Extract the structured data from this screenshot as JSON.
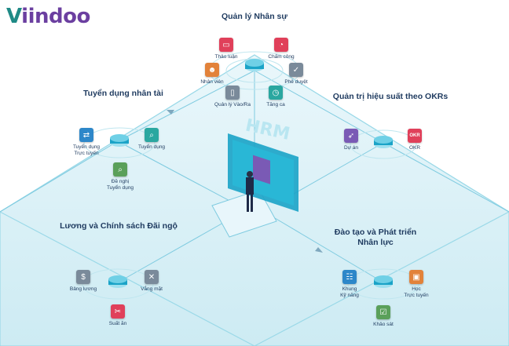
{
  "logo": {
    "first": "V",
    "rest": "iindoo"
  },
  "center": {
    "label": "HRM"
  },
  "colors": {
    "diamond": "#dff3f8",
    "diamond_edge": "#8fd4e4",
    "hub": "#1aa3c7",
    "teal": "#2aa7a0",
    "red": "#e0405a",
    "purple": "#7a5ab5",
    "orange": "#e2823a",
    "green": "#5aa05a",
    "gray": "#7a8a9a",
    "blue": "#2d87c9"
  },
  "modules": {
    "hr": {
      "title": "Quản lý Nhân sự",
      "items": [
        {
          "label": "Thảo luận",
          "icon": "chat-icon",
          "color": "#e0405a"
        },
        {
          "label": "Chấm công",
          "icon": "pie-chart-icon",
          "color": "#e0405a"
        },
        {
          "label": "Nhân viên",
          "icon": "people-icon",
          "color": "#e2823a"
        },
        {
          "label": "Phê duyệt",
          "icon": "approve-icon",
          "color": "#7a8a9a"
        },
        {
          "label": "Quản lý Vào/Ra",
          "icon": "door-icon",
          "color": "#7a8a9a"
        },
        {
          "label": "Tăng ca",
          "icon": "clock-icon",
          "color": "#2aa7a0"
        }
      ]
    },
    "recruit": {
      "title": "Tuyển dụng nhân tài",
      "items": [
        {
          "label": "Tuyển dụng\nTrực tuyến",
          "icon": "share-icon",
          "color": "#2d87c9"
        },
        {
          "label": "Tuyển dụng",
          "icon": "search-icon",
          "color": "#2aa7a0"
        },
        {
          "label": "Đề nghị\nTuyển dụng",
          "icon": "magnifier-icon",
          "color": "#5aa05a"
        }
      ]
    },
    "okr": {
      "title": "Quản trị hiệu suất theo OKRs",
      "items": [
        {
          "label": "Dự án",
          "icon": "rocket-icon",
          "color": "#7a5ab5"
        },
        {
          "label": "OKR",
          "icon": "okr-icon",
          "color": "#e0405a",
          "badge": "OKR"
        }
      ]
    },
    "pay": {
      "title": "Lương và Chính sách Đãi ngộ",
      "items": [
        {
          "label": "Bảng lương",
          "icon": "payroll-icon",
          "color": "#7a8a9a"
        },
        {
          "label": "Vắng mặt",
          "icon": "absence-icon",
          "color": "#7a8a9a"
        },
        {
          "label": "Suất ăn",
          "icon": "meal-icon",
          "color": "#e0405a"
        }
      ]
    },
    "dev": {
      "title": "Đào tạo và Phát triển\nNhân lực",
      "items": [
        {
          "label": "Khung\nKỹ năng",
          "icon": "skills-icon",
          "color": "#2d87c9"
        },
        {
          "label": "Học\nTrực tuyến",
          "icon": "elearning-icon",
          "color": "#e2823a"
        },
        {
          "label": "Khảo sát",
          "icon": "survey-icon",
          "color": "#5aa05a"
        }
      ]
    }
  }
}
